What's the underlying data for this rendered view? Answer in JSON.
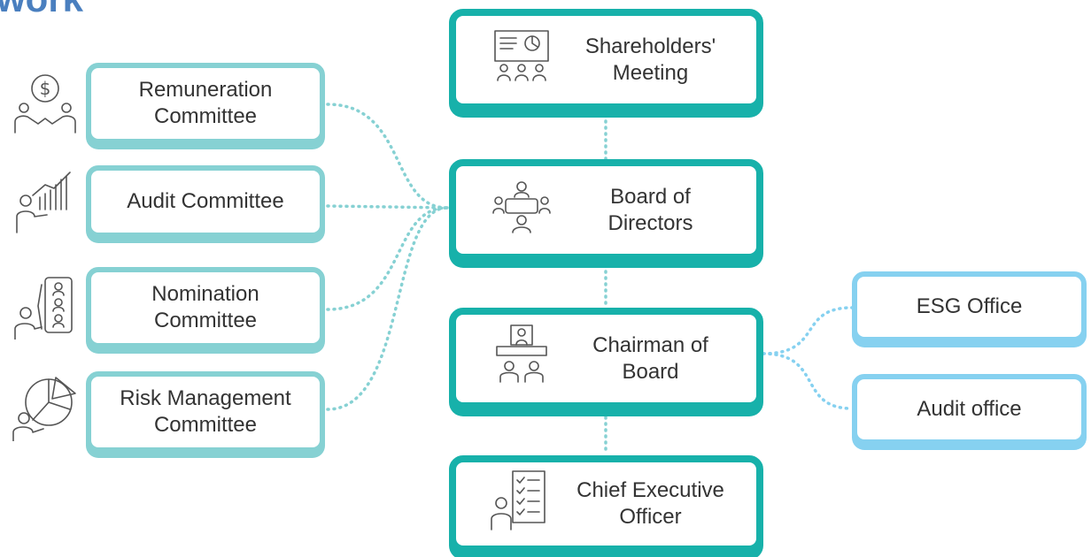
{
  "title": "work",
  "nodes": {
    "shareholders": "Shareholders'\nMeeting",
    "board": "Board of\nDirectors",
    "chairman": "Chairman of\nBoard",
    "ceo": "Chief Executive\nOfficer",
    "remuneration": "Remuneration\nCommittee",
    "audit_committee": "Audit Committee",
    "nomination": "Nomination\nCommittee",
    "risk": "Risk Management\nCommittee",
    "esg": "ESG Office",
    "audit_office": "Audit office"
  },
  "colors": {
    "main_border": "#17b1aa",
    "committee_border": "#86d1d3",
    "office_border": "#86d1f0",
    "title": "#4a7fbf"
  },
  "icons": {
    "shareholders": "presentation-board-audience-icon",
    "board": "meeting-table-icon",
    "chairman": "podium-speaker-icon",
    "ceo": "checklist-person-icon",
    "remuneration": "handshake-dollar-icon",
    "audit_committee": "growth-chart-presenter-icon",
    "nomination": "candidate-selection-icon",
    "risk": "pie-chart-presenter-icon"
  }
}
